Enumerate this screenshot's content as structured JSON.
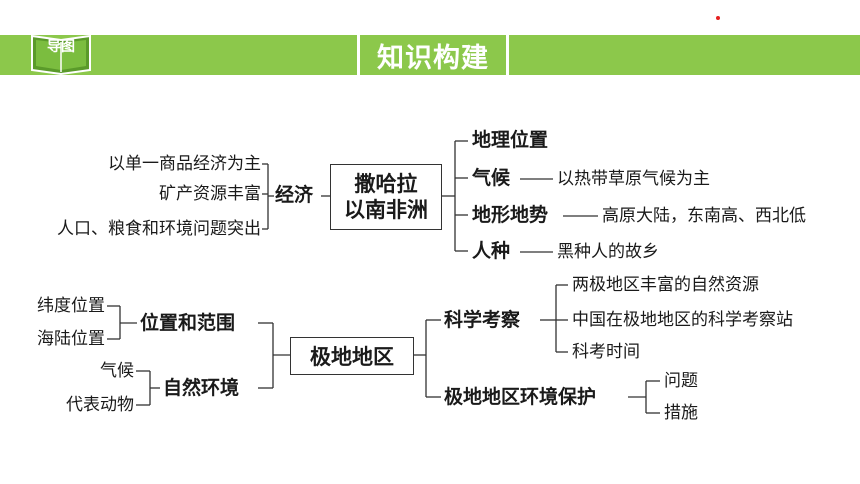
{
  "header": {
    "tag_label": "导图",
    "title": "知识构建",
    "banner_color": "#8cc84b"
  },
  "map1": {
    "center_line1": "撒哈拉",
    "center_line2": "以南非洲",
    "left": {
      "label": "经济",
      "items": [
        "以单一商品经济为主",
        "矿产资源丰富",
        "人口、粮食和环境问题突出"
      ]
    },
    "right": [
      {
        "label": "地理位置",
        "detail": ""
      },
      {
        "label": "气候",
        "detail": "以热带草原气候为主"
      },
      {
        "label": "地形地势",
        "detail": "高原大陆，东南高、西北低"
      },
      {
        "label": "人种",
        "detail": "黑种人的故乡"
      }
    ]
  },
  "map2": {
    "center": "极地地区",
    "left": [
      {
        "label": "位置和范围",
        "items": [
          "纬度位置",
          "海陆位置"
        ]
      },
      {
        "label": "自然环境",
        "items": [
          "气候",
          "代表动物"
        ]
      }
    ],
    "right": [
      {
        "label": "科学考察",
        "items": [
          "两极地区丰富的自然资源",
          "中国在极地地区的科学考察站",
          "科考时间"
        ]
      },
      {
        "label": "极地地区环境保护",
        "items": [
          "问题",
          "措施"
        ]
      }
    ]
  }
}
